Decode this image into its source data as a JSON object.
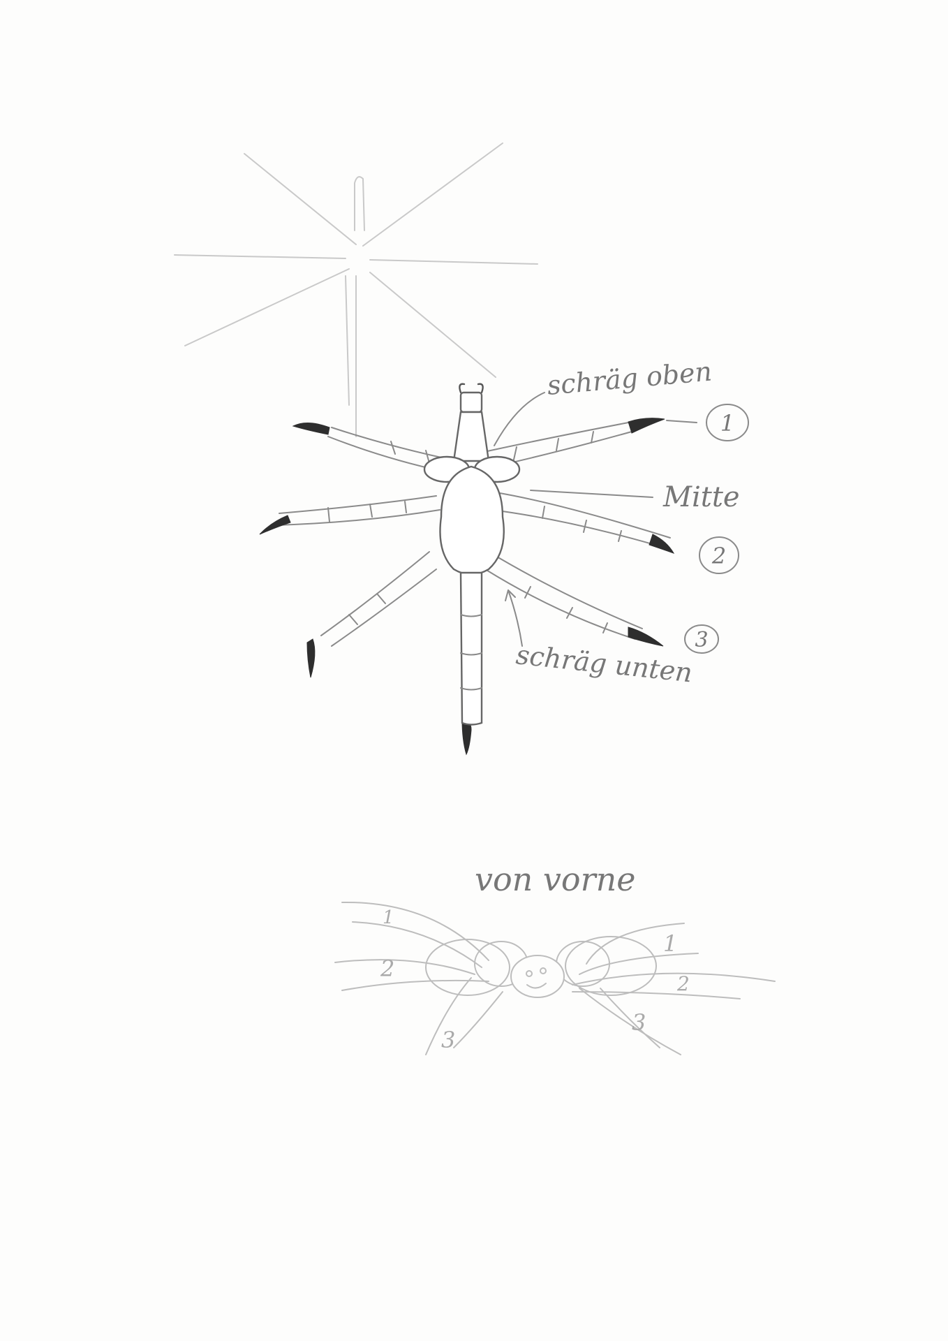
{
  "labels": {
    "schraeg_oben": "schräg oben",
    "mitte": "Mitte",
    "schraeg_unten": "schräg unten",
    "von_vorne": "von vorne"
  },
  "leg_numbers": {
    "top": [
      "1",
      "2",
      "3"
    ],
    "front_left": [
      "1",
      "2",
      "3"
    ],
    "front_right": [
      "1",
      "2",
      "3"
    ]
  },
  "colors": {
    "paper": "#fdfdfc",
    "pencil": "#8a8a8a",
    "claw": "#2e2e2e"
  }
}
